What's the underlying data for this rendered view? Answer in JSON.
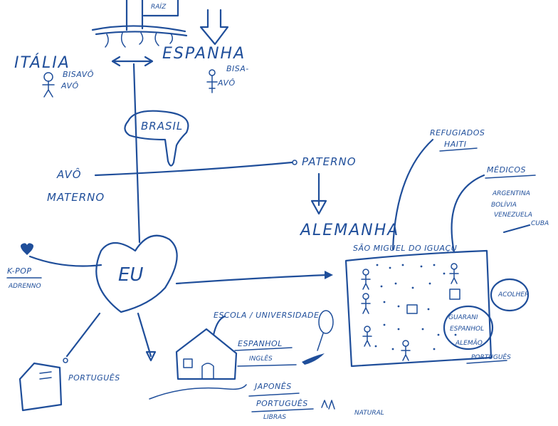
{
  "colors": {
    "ink": "#1f4e9a",
    "background": "#ffffff"
  },
  "labels": {
    "top": "RAÍZ",
    "italia": "ITÁLIA",
    "bisavo_it_1": "BISAVÔ",
    "bisavo_it_2": "AVÔ",
    "espanha": "ESPANHA",
    "bisavo_es_1": "BISA-",
    "bisavo_es_2": "AVÔ",
    "brasil": "BRASIL",
    "avo": "AVÔ",
    "materno": "MATERNO",
    "paterno": "PATERNO",
    "alemanha": "ALEMANHA",
    "eu": "EU",
    "kpop_1": "K-POP",
    "kpop_2": "ADRENNO",
    "portugues_left": "PORTUGUÊS",
    "escola": "ESCOLA / UNIVERSIDADE",
    "espanhol": "ESPANHOL",
    "ingles": "INGLÊS",
    "japones": "JAPONÊS",
    "portugues_mid": "PORTUGUÊS",
    "libras": "LIBRAS",
    "natural": "NATURAL",
    "refugiados_1": "REFUGIADOS",
    "refugiados_2": "HAITI",
    "sao_miguel": "SÃO MIGUEL DO IGUAÇU",
    "medicos": "MÉDICOS",
    "argentina": "ARGENTINA",
    "bolivia": "BOLÍVIA",
    "venezuela": "VENEZUELA",
    "cuba": "CUBA",
    "acolher": "ACOLHER",
    "guarani": "GUARANI",
    "espanhol_right": "ESPANHOL",
    "alemao": "ALEMÃO",
    "portugues_right": "PORTUGUÊS"
  }
}
